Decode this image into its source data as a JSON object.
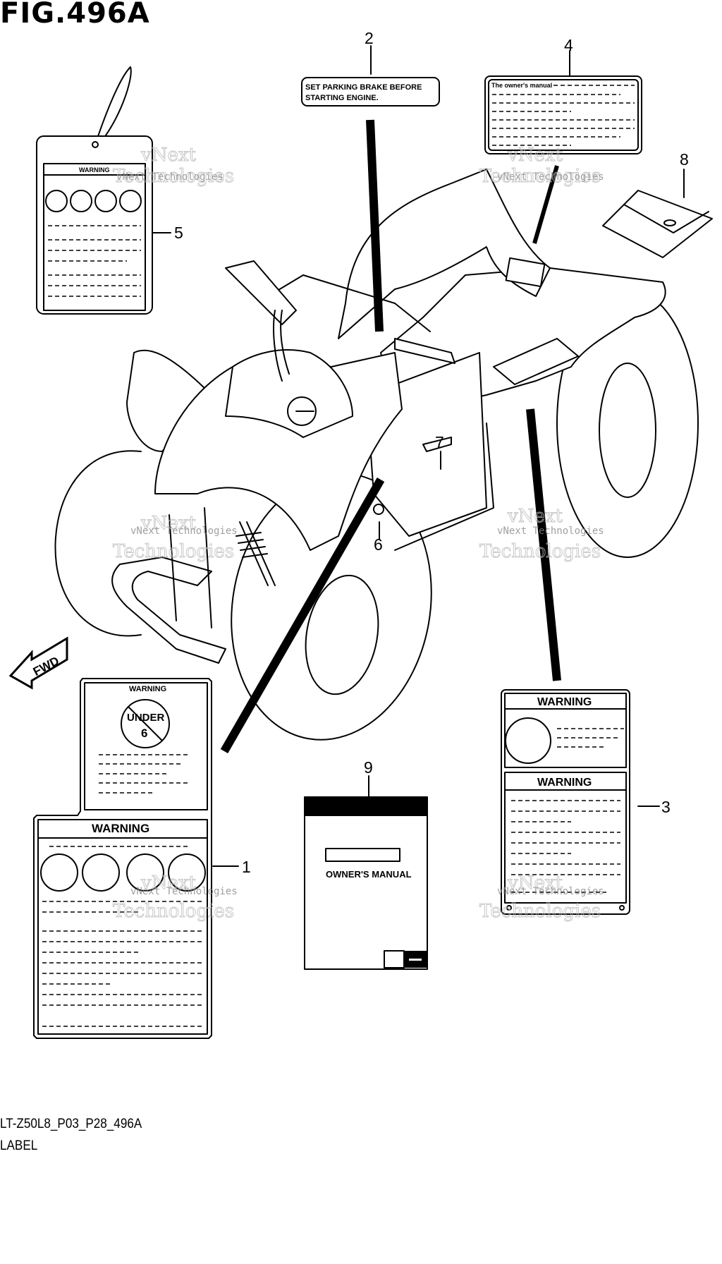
{
  "figure": {
    "title": "FIG.496A",
    "code": "LT-Z50L8_P03_P28_496A",
    "caption": "LABEL"
  },
  "callouts": [
    "1",
    "2",
    "3",
    "4",
    "5",
    "6",
    "7",
    "8",
    "9"
  ],
  "labels": {
    "parking_brake": {
      "line1": "SET PARKING BRAKE BEFORE",
      "line2": "STARTING ENGINE."
    },
    "owners_manual_label": "The owner's manual",
    "warning": "WARNING",
    "under6": {
      "text": "UNDER",
      "age": "6"
    },
    "manual_book": "OWNER'S MANUAL",
    "fwd": "FWD"
  },
  "watermark": {
    "line1": "vNext",
    "line2": "Technologies",
    "small": "vNext Technologies"
  }
}
